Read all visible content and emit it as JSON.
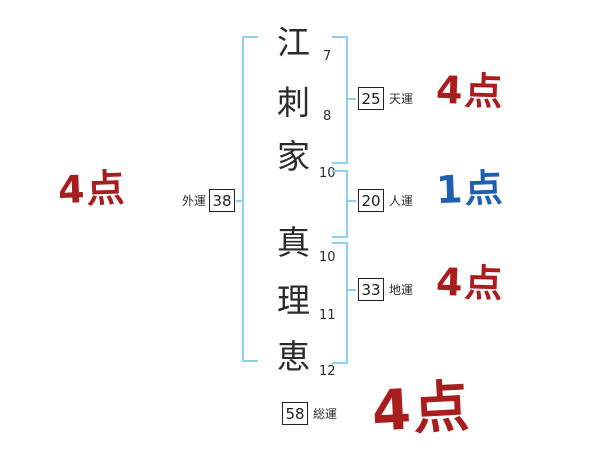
{
  "name": {
    "chars": [
      {
        "char": "江",
        "strokes": "7"
      },
      {
        "char": "刺",
        "strokes": "8"
      },
      {
        "char": "家",
        "strokes": "10"
      },
      {
        "char": "真",
        "strokes": "10"
      },
      {
        "char": "理",
        "strokes": "11"
      },
      {
        "char": "恵",
        "strokes": "12"
      }
    ]
  },
  "fortunes": {
    "gaiun": {
      "label": "外運",
      "value": "38",
      "score": "4点"
    },
    "tenun": {
      "label": "天運",
      "value": "25",
      "score": "4点"
    },
    "jinun": {
      "label": "人運",
      "value": "20",
      "score": "1点"
    },
    "chiun": {
      "label": "地運",
      "value": "33",
      "score": "4点"
    },
    "souun": {
      "label": "総運",
      "value": "58",
      "score": "4点"
    }
  },
  "colors": {
    "bracket_blue": "#8dd2ec",
    "score_red": "#a81e1e",
    "score_blue": "#1e5fb0"
  }
}
